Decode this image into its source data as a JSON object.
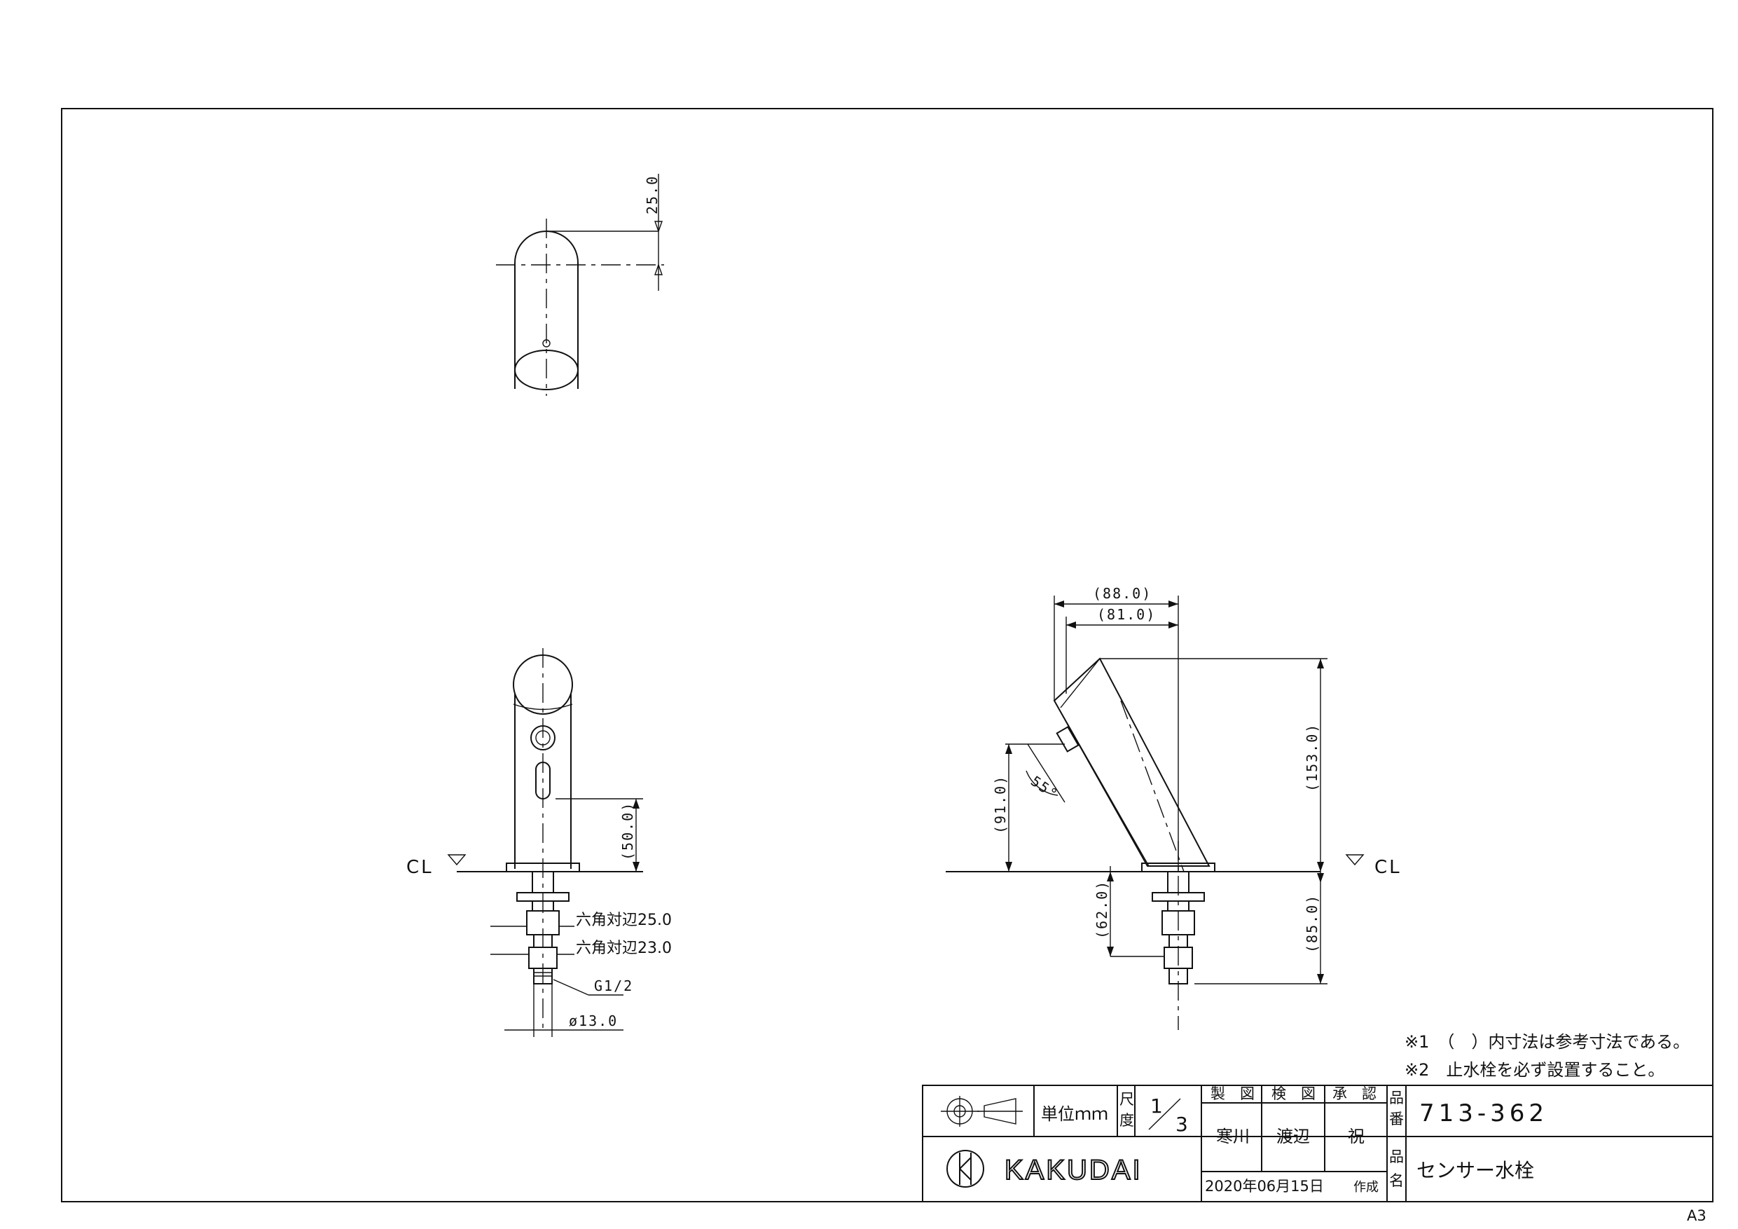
{
  "drawing": {
    "top_view": {
      "dim_offset": "25.0"
    },
    "front_view": {
      "cl_label": "CL",
      "dim_sensor_height": "(50.0)",
      "hex_upper": "六角対辺25.0",
      "hex_lower": "六角対辺23.0",
      "thread": "G1/2",
      "diameter": "ø13.0"
    },
    "side_view": {
      "cl_label": "CL",
      "dim_reach_outer": "(88.0)",
      "dim_reach_inner": "(81.0)",
      "dim_height": "(153.0)",
      "dim_spout_height": "(91.0)",
      "angle": "55°",
      "dim_shank_nut": "(62.0)",
      "dim_shank": "(85.0)"
    }
  },
  "notes": [
    "※1　（　）内寸法は参考寸法である。",
    "※2　止水栓を必ず設置すること。"
  ],
  "title_block": {
    "unit_label": "単位ｍｍ",
    "scale_label_1": "尺",
    "scale_label_2": "度",
    "scale_num": "1",
    "scale_den": "3",
    "drawn_label": "製　図",
    "checked_label": "検　図",
    "approved_label": "承　認",
    "drawn_by": "寒川",
    "checked_by": "渡辺",
    "approved_by": "祝",
    "date": "2020年06月15日",
    "created_label": "作成",
    "part_no_label_1": "品",
    "part_no_label_2": "番",
    "part_no": "713-362",
    "part_name_label_1": "品",
    "part_name_label_2": "名",
    "part_name": "センサー水栓",
    "brand": "KAKUDAI"
  },
  "sheet_size": "A3"
}
